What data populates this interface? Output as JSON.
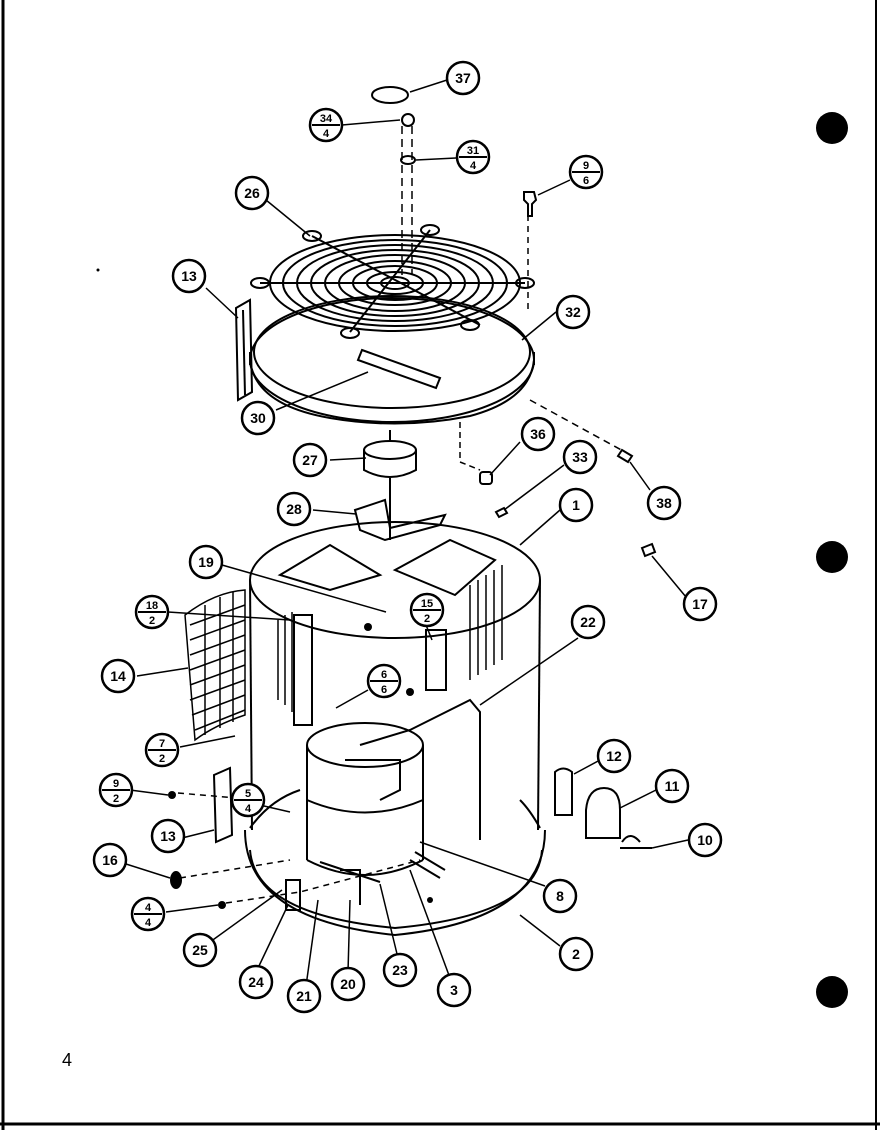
{
  "page": {
    "number": "4"
  },
  "callouts": [
    {
      "id": "c37",
      "label": "37"
    },
    {
      "id": "c34",
      "num": "34",
      "den": "4"
    },
    {
      "id": "c31",
      "num": "31",
      "den": "4"
    },
    {
      "id": "c9a",
      "num": "9",
      "den": "6"
    },
    {
      "id": "c26",
      "label": "26"
    },
    {
      "id": "c13a",
      "label": "13"
    },
    {
      "id": "c32",
      "label": "32"
    },
    {
      "id": "c30",
      "label": "30"
    },
    {
      "id": "c36",
      "label": "36"
    },
    {
      "id": "c27",
      "label": "27"
    },
    {
      "id": "c33",
      "label": "33"
    },
    {
      "id": "c38",
      "label": "38"
    },
    {
      "id": "c28",
      "label": "28"
    },
    {
      "id": "c1",
      "label": "1"
    },
    {
      "id": "c19",
      "label": "19"
    },
    {
      "id": "c17",
      "label": "17"
    },
    {
      "id": "c18",
      "num": "18",
      "den": "2"
    },
    {
      "id": "c15",
      "num": "15",
      "den": "2"
    },
    {
      "id": "c22",
      "label": "22"
    },
    {
      "id": "c14",
      "label": "14"
    },
    {
      "id": "c6",
      "num": "6",
      "den": "6"
    },
    {
      "id": "c7",
      "num": "7",
      "den": "2"
    },
    {
      "id": "c12",
      "label": "12"
    },
    {
      "id": "c9b",
      "num": "9",
      "den": "2"
    },
    {
      "id": "c5",
      "num": "5",
      "den": "4"
    },
    {
      "id": "c11",
      "label": "11"
    },
    {
      "id": "c13b",
      "label": "13"
    },
    {
      "id": "c10",
      "label": "10"
    },
    {
      "id": "c16",
      "label": "16"
    },
    {
      "id": "c8",
      "label": "8"
    },
    {
      "id": "c4",
      "num": "4",
      "den": "4"
    },
    {
      "id": "c2",
      "label": "2"
    },
    {
      "id": "c25",
      "label": "25"
    },
    {
      "id": "c24",
      "label": "24"
    },
    {
      "id": "c21",
      "label": "21"
    },
    {
      "id": "c20",
      "label": "20"
    },
    {
      "id": "c23",
      "label": "23"
    },
    {
      "id": "c3",
      "label": "3"
    }
  ]
}
